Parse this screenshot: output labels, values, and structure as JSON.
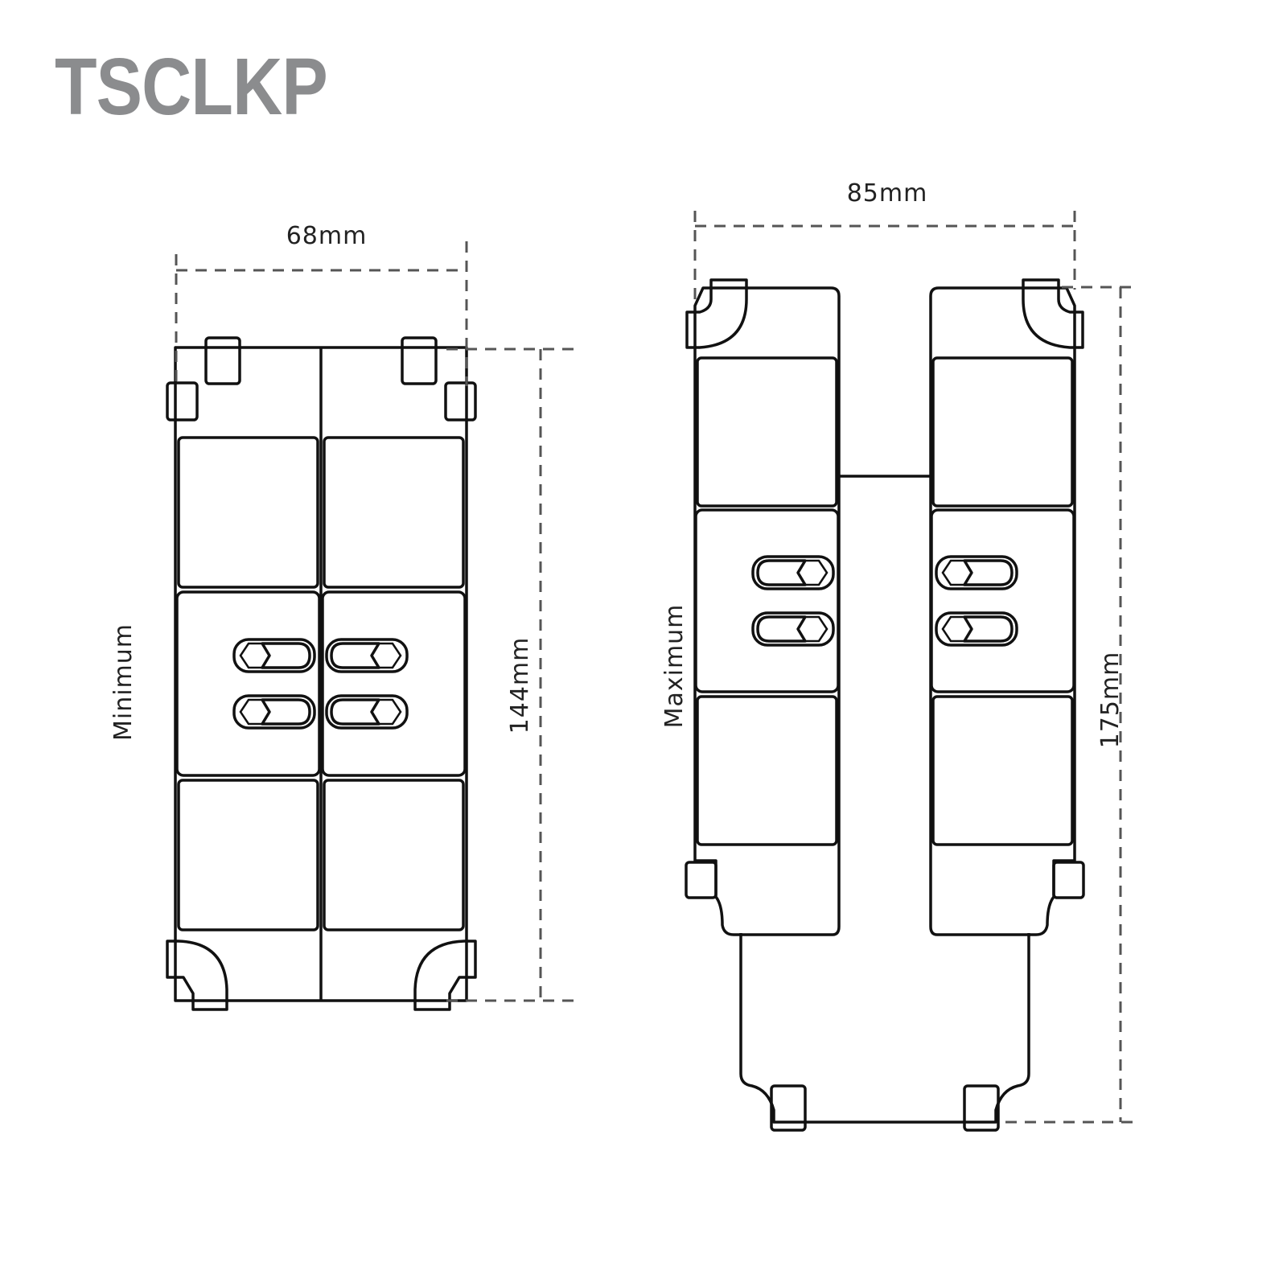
{
  "brand": {
    "logo_text": "TSCLKP"
  },
  "minimum": {
    "label": "Minimum",
    "width": "68mm",
    "height": "144mm"
  },
  "maximum": {
    "label": "Maximum",
    "width": "85mm",
    "height": "175mm"
  }
}
